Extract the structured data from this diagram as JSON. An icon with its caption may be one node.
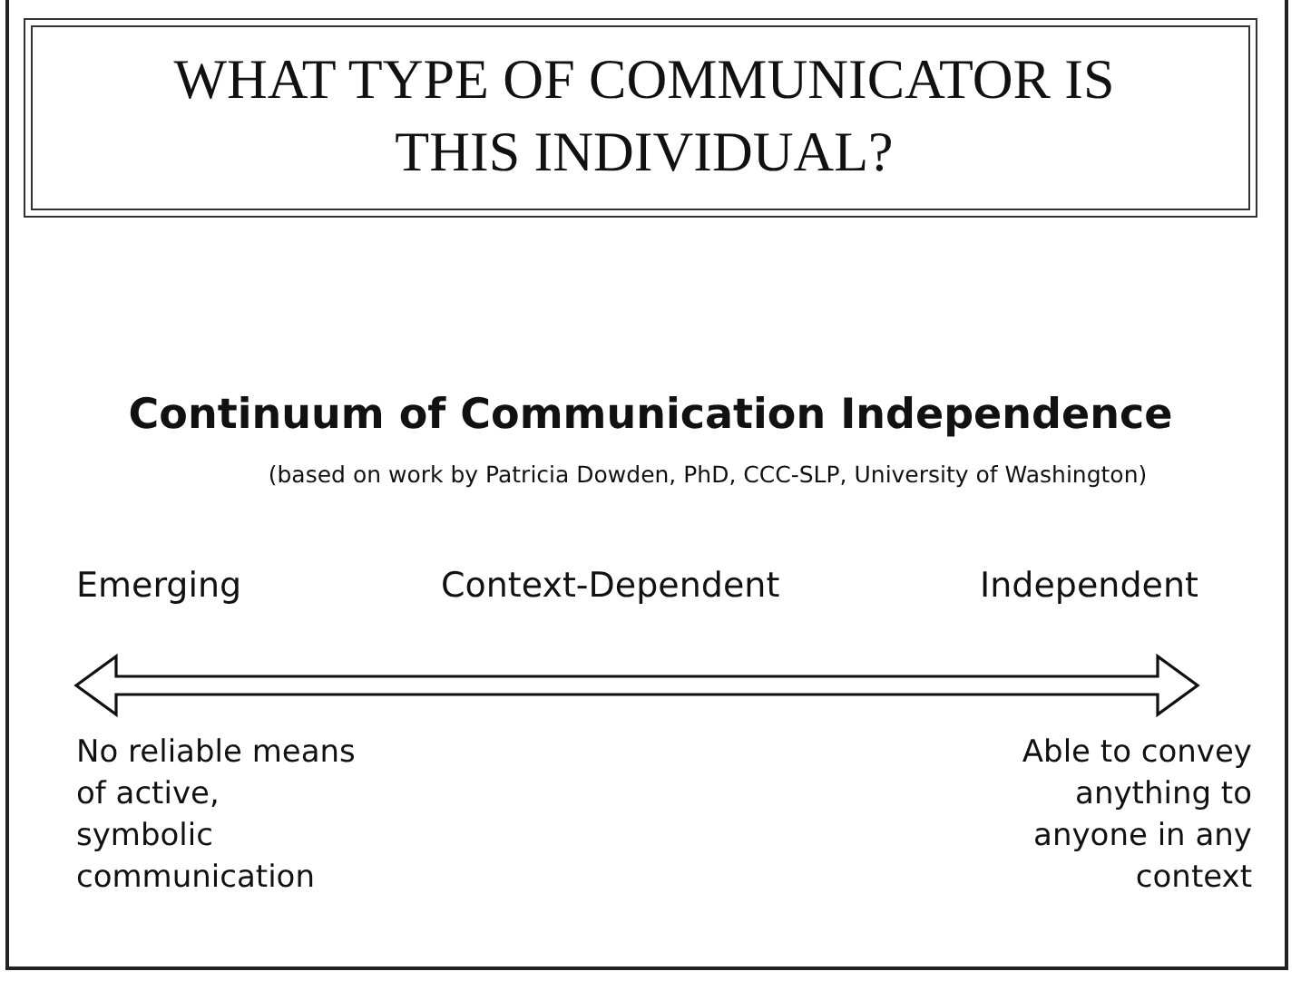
{
  "diagram": {
    "title": "WHAT TYPE OF COMMUNICATOR IS THIS INDIVIDUAL?",
    "labels": [
      "Continuum of Communication Independence",
      "(based on work by Patricia Dowden, PhD, CCC-SLP, University of Washington)",
      "Emerging",
      "Context-Dependent",
      "Independent",
      "No reliable means of active, symbolic communication",
      "Able to convey anything to anyone in any context"
    ]
  }
}
